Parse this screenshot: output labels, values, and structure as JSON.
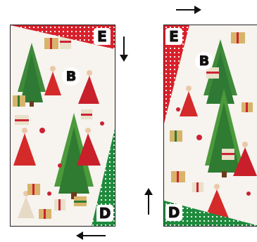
{
  "left_panel": {
    "labels": {
      "top": "E",
      "middle": "B",
      "bottom": "D"
    }
  },
  "right_panel": {
    "labels": {
      "top": "E",
      "middle": "B",
      "bottom": "D"
    }
  },
  "arrows": [
    {
      "name": "left-panel-down-arrow",
      "direction": "down"
    },
    {
      "name": "left-panel-left-arrow",
      "direction": "left"
    },
    {
      "name": "right-panel-right-arrow",
      "direction": "right"
    },
    {
      "name": "right-panel-up-arrow",
      "direction": "up"
    }
  ],
  "colors": {
    "red": "#d8202a",
    "green": "#1e8a3c",
    "dot": "#ffffff",
    "fabric": "#f7f3ef"
  }
}
